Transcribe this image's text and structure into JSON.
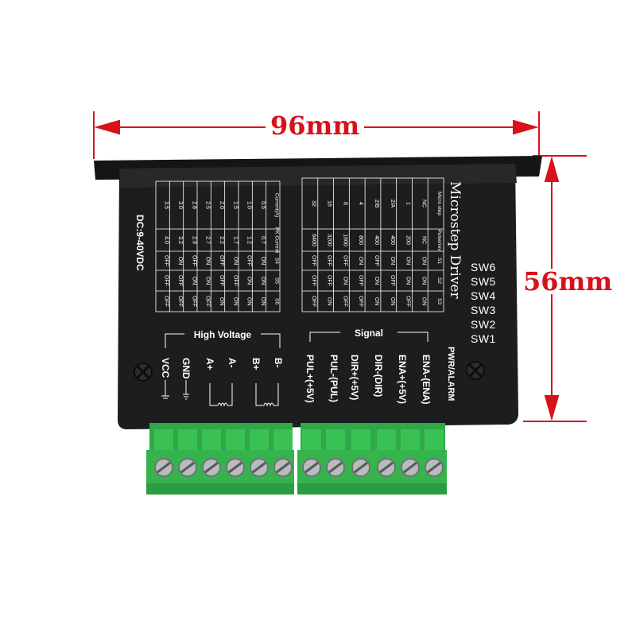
{
  "dimensions": {
    "width_label": "96mm",
    "height_label": "56mm"
  },
  "panel": {
    "title": "Microstep Driver",
    "dc_label": "DC:9-40VDC",
    "alarm_label": "PWR/ALARM"
  },
  "current_table": {
    "headers": [
      "Current(A)",
      "PK Current",
      "S4",
      "S5",
      "S6"
    ],
    "rows": [
      [
        "0.5",
        "0.7",
        "ON",
        "ON",
        "ON"
      ],
      [
        "1.0",
        "1.2",
        "OFF",
        "ON",
        "ON"
      ],
      [
        "1.5",
        "1.7",
        "ON",
        "OFF",
        "ON"
      ],
      [
        "2.0",
        "2.2",
        "OFF",
        "OFF",
        "ON"
      ],
      [
        "2.5",
        "2.7",
        "ON",
        "ON",
        "OFF"
      ],
      [
        "2.8",
        "2.9",
        "OFF",
        "ON",
        "OFF"
      ],
      [
        "3.0",
        "3.2",
        "ON",
        "OFF",
        "OFF"
      ],
      [
        "3.5",
        "4.0",
        "OFF",
        "OFF",
        "OFF"
      ]
    ]
  },
  "microstep_table": {
    "headers": [
      "Micro step",
      "Pulse/rev",
      "S1",
      "S2",
      "S3"
    ],
    "rows": [
      [
        "NC",
        "NC",
        "ON",
        "ON",
        "ON"
      ],
      [
        "1",
        "200",
        "ON",
        "ON",
        "OFF"
      ],
      [
        "2/A",
        "400",
        "ON",
        "OFF",
        "ON"
      ],
      [
        "2/B",
        "400",
        "OFF",
        "ON",
        "ON"
      ],
      [
        "4",
        "800",
        "ON",
        "OFF",
        "OFF"
      ],
      [
        "8",
        "1600",
        "OFF",
        "ON",
        "OFF"
      ],
      [
        "16",
        "3200",
        "OFF",
        "OFF",
        "ON"
      ],
      [
        "32",
        "6400",
        "OFF",
        "OFF",
        "OFF"
      ]
    ]
  },
  "switches": [
    "SW6",
    "SW5",
    "SW4",
    "SW3",
    "SW2",
    "SW1"
  ],
  "sections": {
    "high_voltage": "High Voltage",
    "signal": "Signal"
  },
  "terminals_hv": [
    "VCC",
    "GND",
    "A+",
    "A-",
    "B+",
    "B-"
  ],
  "terminals_signal": [
    "PUL+(+5V)",
    "PUL-(PUL)",
    "DIR+(+5V)",
    "DIR-(DIR)",
    "ENA+(+5V)",
    "ENA-(ENA)"
  ],
  "colors": {
    "accent_red": "#d8111a",
    "body": "#1c1d1f",
    "connector": "#33b24a"
  }
}
